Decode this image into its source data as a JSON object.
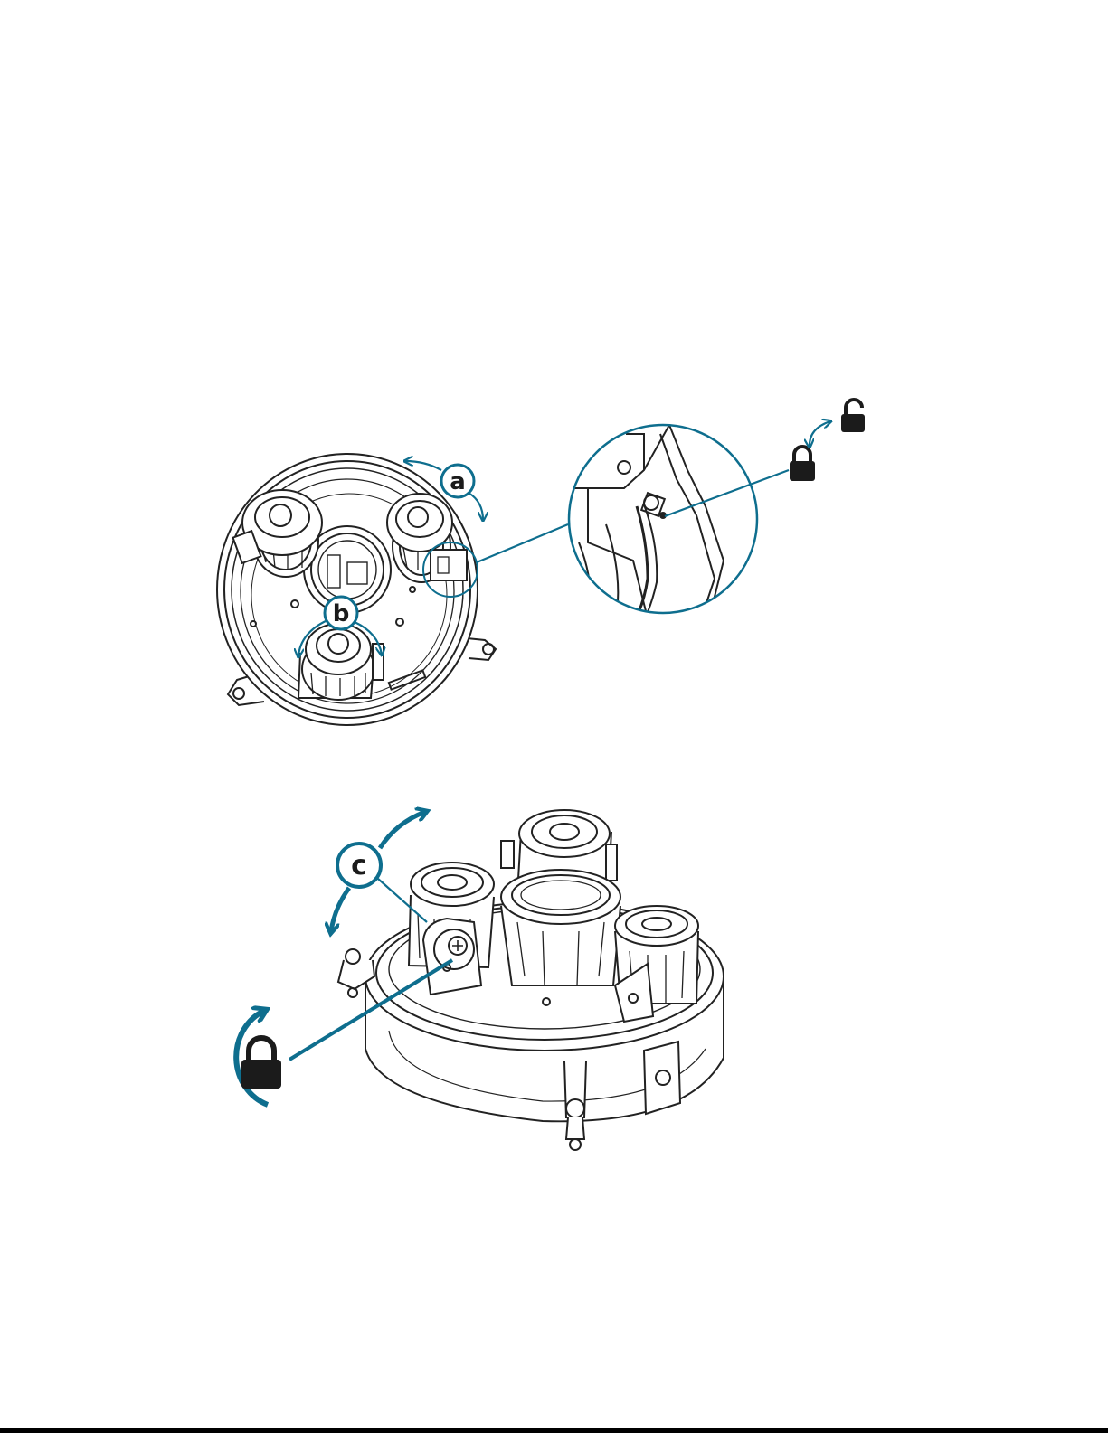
{
  "callouts": {
    "a": "a",
    "b": "b",
    "c": "c"
  },
  "colors": {
    "accent": "#0e6e8e",
    "line": "#222222",
    "lock": "#1b1b1b"
  }
}
